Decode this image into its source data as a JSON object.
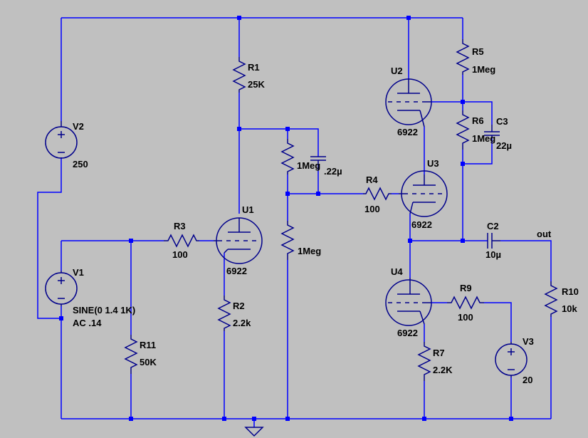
{
  "colors": {
    "background": "#c0c0c0",
    "wire": "#0000ff",
    "component": "#00008b",
    "text": "#000000",
    "node": "#0000ff"
  },
  "components": {
    "V1": {
      "name": "V1",
      "value": "SINE(0 1.4 1K)",
      "ac": "AC .14"
    },
    "V2": {
      "name": "V2",
      "value": "250"
    },
    "V3": {
      "name": "V3",
      "value": "20"
    },
    "R1": {
      "name": "R1",
      "value": "25K"
    },
    "R2": {
      "name": "R2",
      "value": "2.2k"
    },
    "R3": {
      "name": "R3",
      "value": "100"
    },
    "R4": {
      "name": "R4",
      "value": "100"
    },
    "R5": {
      "name": "R5",
      "value": "1Meg"
    },
    "R6": {
      "name": "R6",
      "value": "1Meg"
    },
    "R7": {
      "name": "R7",
      "value": "2.2K"
    },
    "R8": {
      "value": "1Meg"
    },
    "R9": {
      "name": "R9",
      "value": "100"
    },
    "R10": {
      "name": "R10",
      "value": "10k"
    },
    "R11": {
      "name": "R11",
      "value": "50K"
    },
    "R12": {
      "value": "1Meg"
    },
    "C1": {
      "value": ".22µ"
    },
    "C2": {
      "name": "C2",
      "value": "10µ"
    },
    "C3": {
      "name": "C3",
      "value": "22µ"
    },
    "U1": {
      "name": "U1",
      "value": "6922"
    },
    "U2": {
      "name": "U2",
      "value": "6922"
    },
    "U3": {
      "name": "U3",
      "value": "6922"
    },
    "U4": {
      "name": "U4",
      "value": "6922"
    }
  },
  "net_labels": {
    "out": "out"
  },
  "symbols": {
    "ground": "ground-icon"
  }
}
